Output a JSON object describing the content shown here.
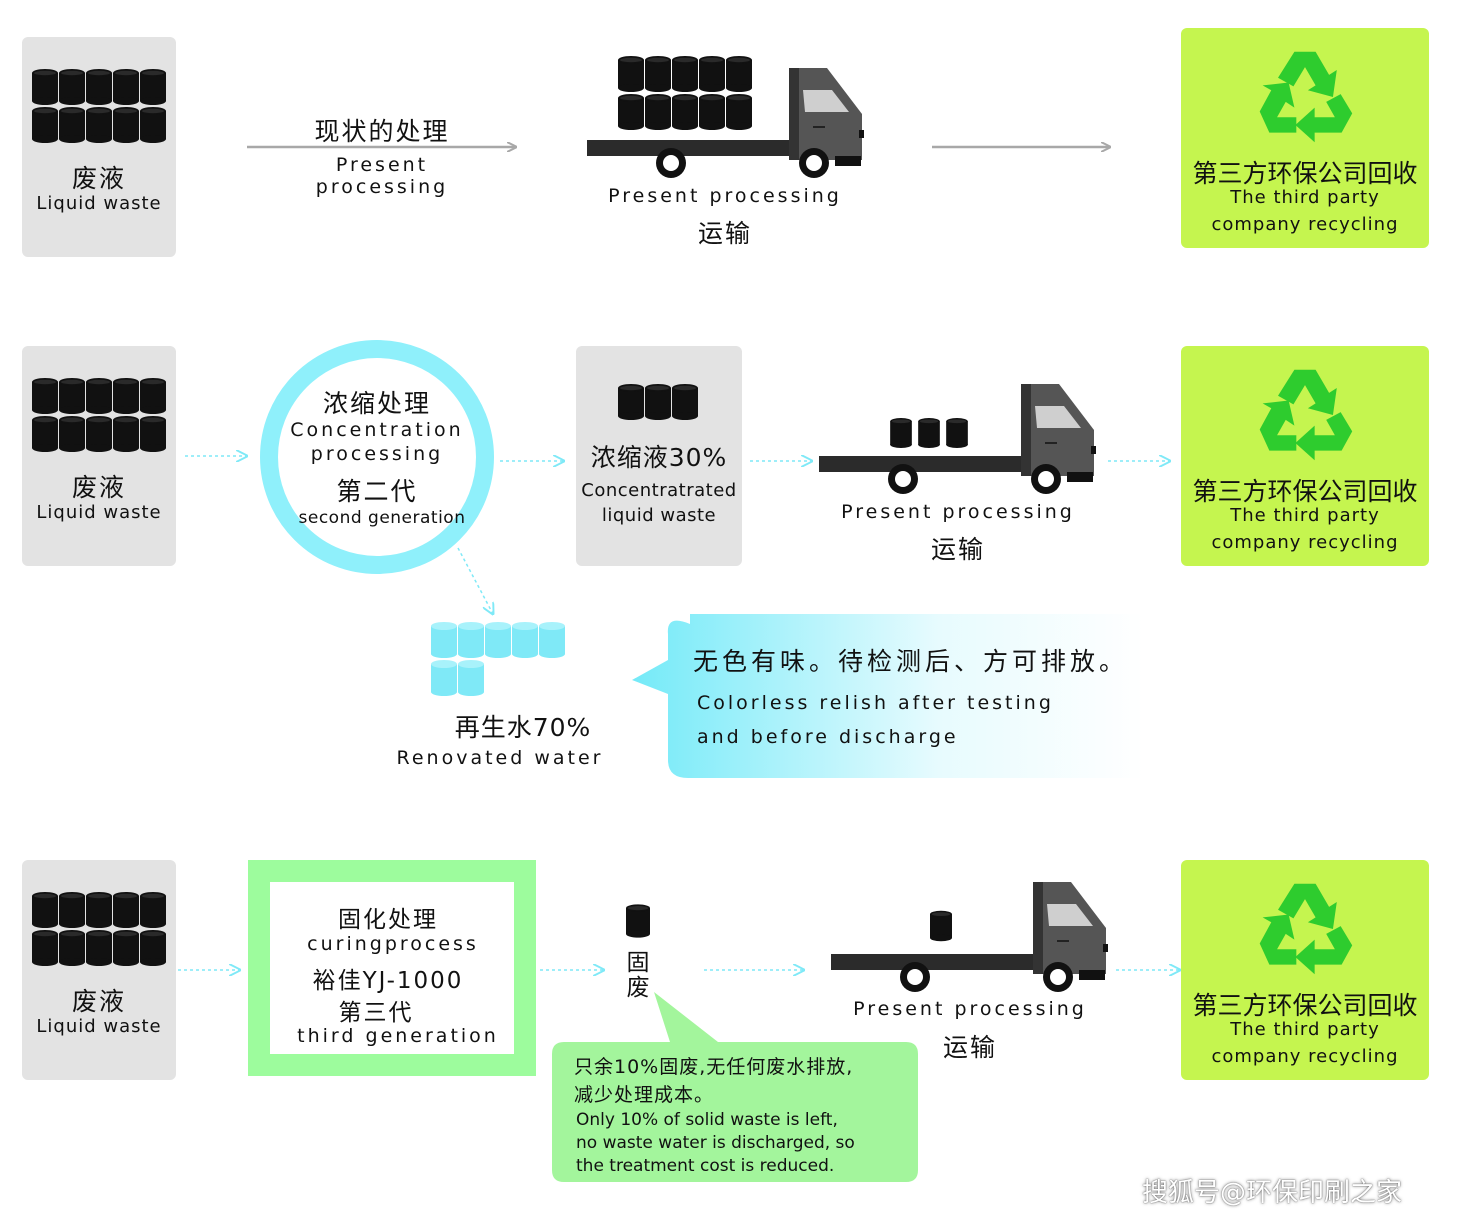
{
  "colors": {
    "gray_box": "#e3e3e3",
    "recycle_box": "#c5f54f",
    "recycle_arrow": "#2ecc2e",
    "cyan": "#7fe9f7",
    "cyan_ring": "#8ff0fb",
    "green_frame": "#9dfc9d",
    "note_green": "#a3f59c",
    "truck_cab": "#555555",
    "barrel": "#111111"
  },
  "rows": [
    {
      "source": {
        "zh": "废液",
        "en": "Liquid waste"
      },
      "process": {
        "zh": "现状的处理",
        "en_line1": "Present",
        "en_line2": "processing"
      },
      "truck": {
        "en": "Present processing",
        "zh": "运输"
      },
      "recycler": {
        "zh": "第三方环保公司回收",
        "en_line1": "The third party",
        "en_line2": "company recycling",
        "icon": "recycle-icon"
      }
    },
    {
      "source": {
        "zh": "废液",
        "en": "Liquid waste"
      },
      "process": {
        "zh": "浓缩处理",
        "en_line1": "Concentration",
        "en_line2": "processing",
        "gen_zh": "第二代",
        "gen_en": "second generation"
      },
      "concentrate": {
        "zh": "浓缩液30%",
        "en_line1": "Concentratrated",
        "en_line2": "liquid waste"
      },
      "truck": {
        "en": "Present processing",
        "zh": "运输"
      },
      "recycler": {
        "zh": "第三方环保公司回收",
        "en_line1": "The third party",
        "en_line2": "company recycling",
        "icon": "recycle-icon"
      },
      "renovated": {
        "zh": "再生水70%",
        "en": "Renovated water"
      },
      "note": {
        "zh": "无色有味。待检测后、方可排放。",
        "en_line1": "Colorless relish after testing",
        "en_line2": "and before discharge"
      }
    },
    {
      "source": {
        "zh": "废液",
        "en": "Liquid waste"
      },
      "process": {
        "zh": "固化处理",
        "en": "curingprocess",
        "model": "裕佳YJ-1000",
        "gen_zh": "第三代",
        "gen_en": "third generation"
      },
      "solid": {
        "zh_1": "固",
        "zh_2": "废"
      },
      "truck": {
        "en": "Present processing",
        "zh": "运输"
      },
      "recycler": {
        "zh": "第三方环保公司回收",
        "en_line1": "The third party",
        "en_line2": "company recycling",
        "icon": "recycle-icon"
      },
      "note": {
        "zh_line1": "只余10%固废,无任何废水排放,",
        "zh_line2": "减少处理成本。",
        "en_line1": "Only 10% of solid waste is left,",
        "en_line2": "no waste water is discharged, so",
        "en_line3": "the treatment cost is reduced."
      }
    }
  ],
  "watermark": "搜狐号@环保印刷之家"
}
